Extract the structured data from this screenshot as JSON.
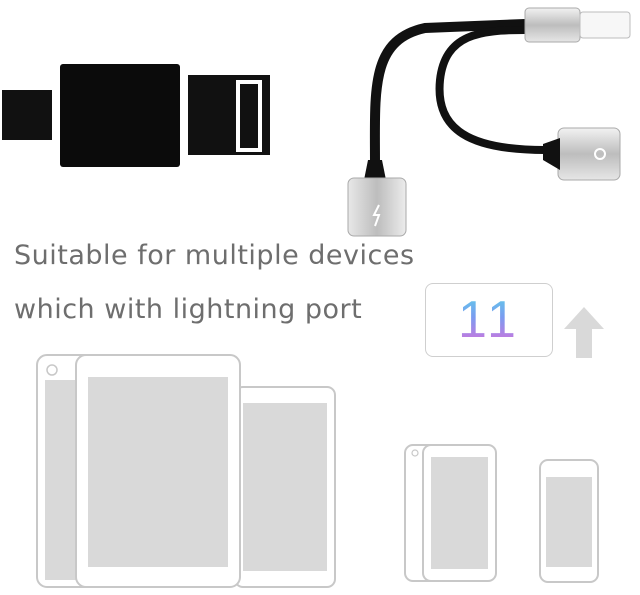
{
  "caption": {
    "line1": "Suitable for multiple devices",
    "line2": "which with lightning port"
  },
  "ios_badge": {
    "text": "11",
    "gradient": [
      "#5ad4e8",
      "#7b9cf0",
      "#e26ad8"
    ]
  },
  "colors": {
    "caption_text": "#6e6e6e",
    "device_outline": "#c8c8c8",
    "device_screen": "#d9d9d9",
    "connector_silver": "#c4c4c4",
    "cable_black": "#111111"
  }
}
